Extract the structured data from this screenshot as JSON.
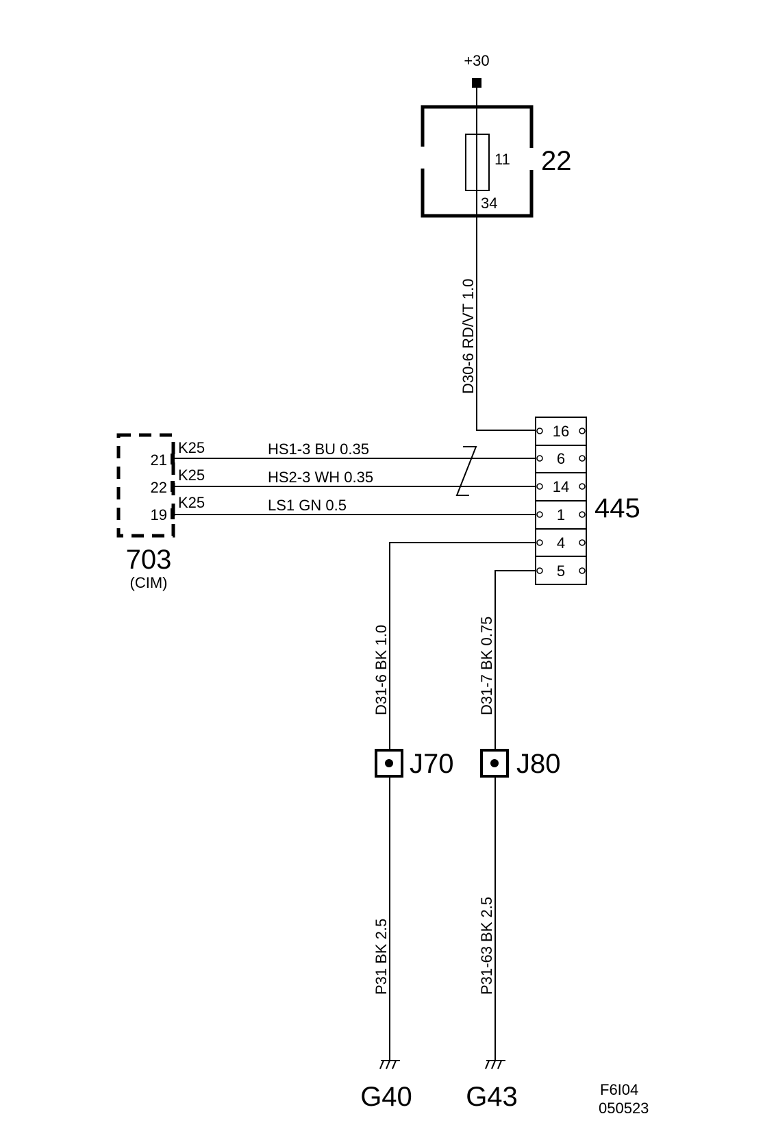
{
  "supply": {
    "label": "+30"
  },
  "fuse_box": {
    "id": "22",
    "fuse_number": "11",
    "pin": "34"
  },
  "supply_wire": {
    "label": "D30-6  RD/VT  1.0"
  },
  "connector_445": {
    "id": "445",
    "pins": [
      "16",
      "6",
      "14",
      "1",
      "4",
      "5"
    ]
  },
  "module_703": {
    "id": "703",
    "name": "(CIM)",
    "pins": [
      "21",
      "22",
      "19"
    ],
    "connector_labels": [
      "K25",
      "K25",
      "K25"
    ]
  },
  "bus_wires": [
    {
      "label": "HS1-3  BU  0.35"
    },
    {
      "label": "HS2-3  WH  0.35"
    },
    {
      "label": "LS1  GN  0.5"
    }
  ],
  "ground_wires": {
    "d31_6": "D31-6  BK  1.0",
    "d31_7": "D31-7  BK  0.75",
    "p31": "P31  BK  2.5",
    "p31_63": "P31-63  BK  2.5"
  },
  "splices": {
    "left": "J70",
    "right": "J80"
  },
  "grounds": {
    "left": "G40",
    "right": "G43"
  },
  "footer": {
    "code": "F6I04",
    "date": "050523"
  }
}
